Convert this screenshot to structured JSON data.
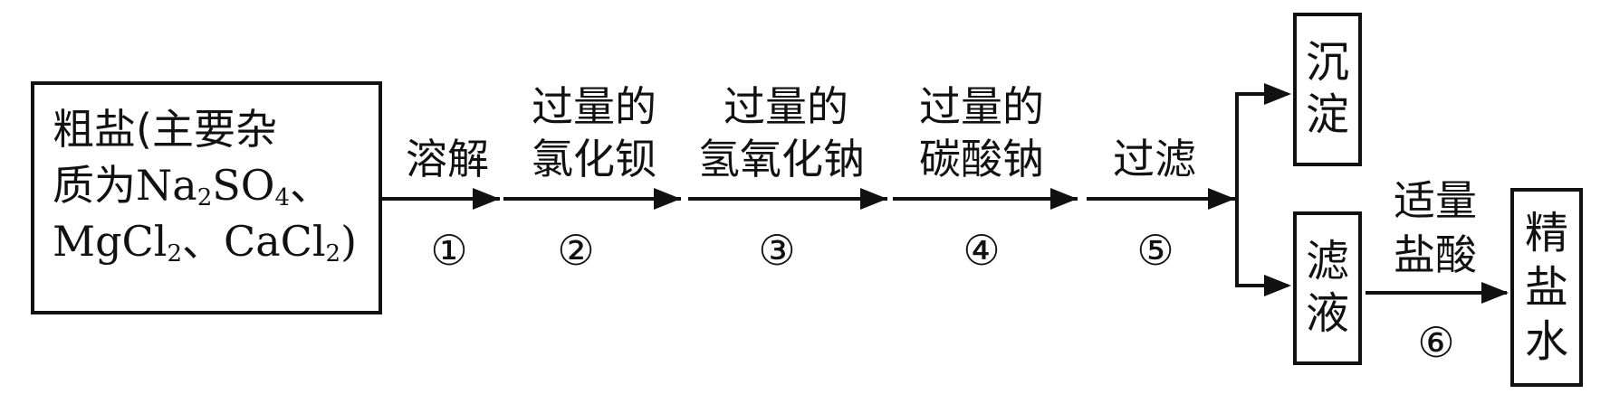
{
  "start": {
    "line1": "粗盐(主要杂",
    "line2_prefix": "质为",
    "line2_chem": "Na",
    "line2_sub1": "2",
    "line2_chem2": "SO",
    "line2_sub2": "4",
    "line2_sep": "、",
    "line3_chem1": "MgCl",
    "line3_sub1": "2",
    "line3_sep": "、",
    "line3_chem2": "CaCl",
    "line3_sub2": "2",
    "line3_close": ")"
  },
  "steps": [
    {
      "top": "",
      "bottom": "溶解",
      "num": "①"
    },
    {
      "top": "过量的",
      "bottom": "氯化钡",
      "num": "②"
    },
    {
      "top": "过量的",
      "bottom": "氢氧化钠",
      "num": "③"
    },
    {
      "top": "过量的",
      "bottom": "碳酸钠",
      "num": "④"
    },
    {
      "top": "",
      "bottom": "过滤",
      "num": "⑤"
    },
    {
      "top": "适量",
      "bottom": "盐酸",
      "num": "⑥"
    }
  ],
  "boxes": {
    "precipitate": [
      "沉",
      "淀"
    ],
    "filtrate": [
      "滤",
      "液"
    ],
    "product": [
      "精",
      "盐",
      "水"
    ]
  }
}
